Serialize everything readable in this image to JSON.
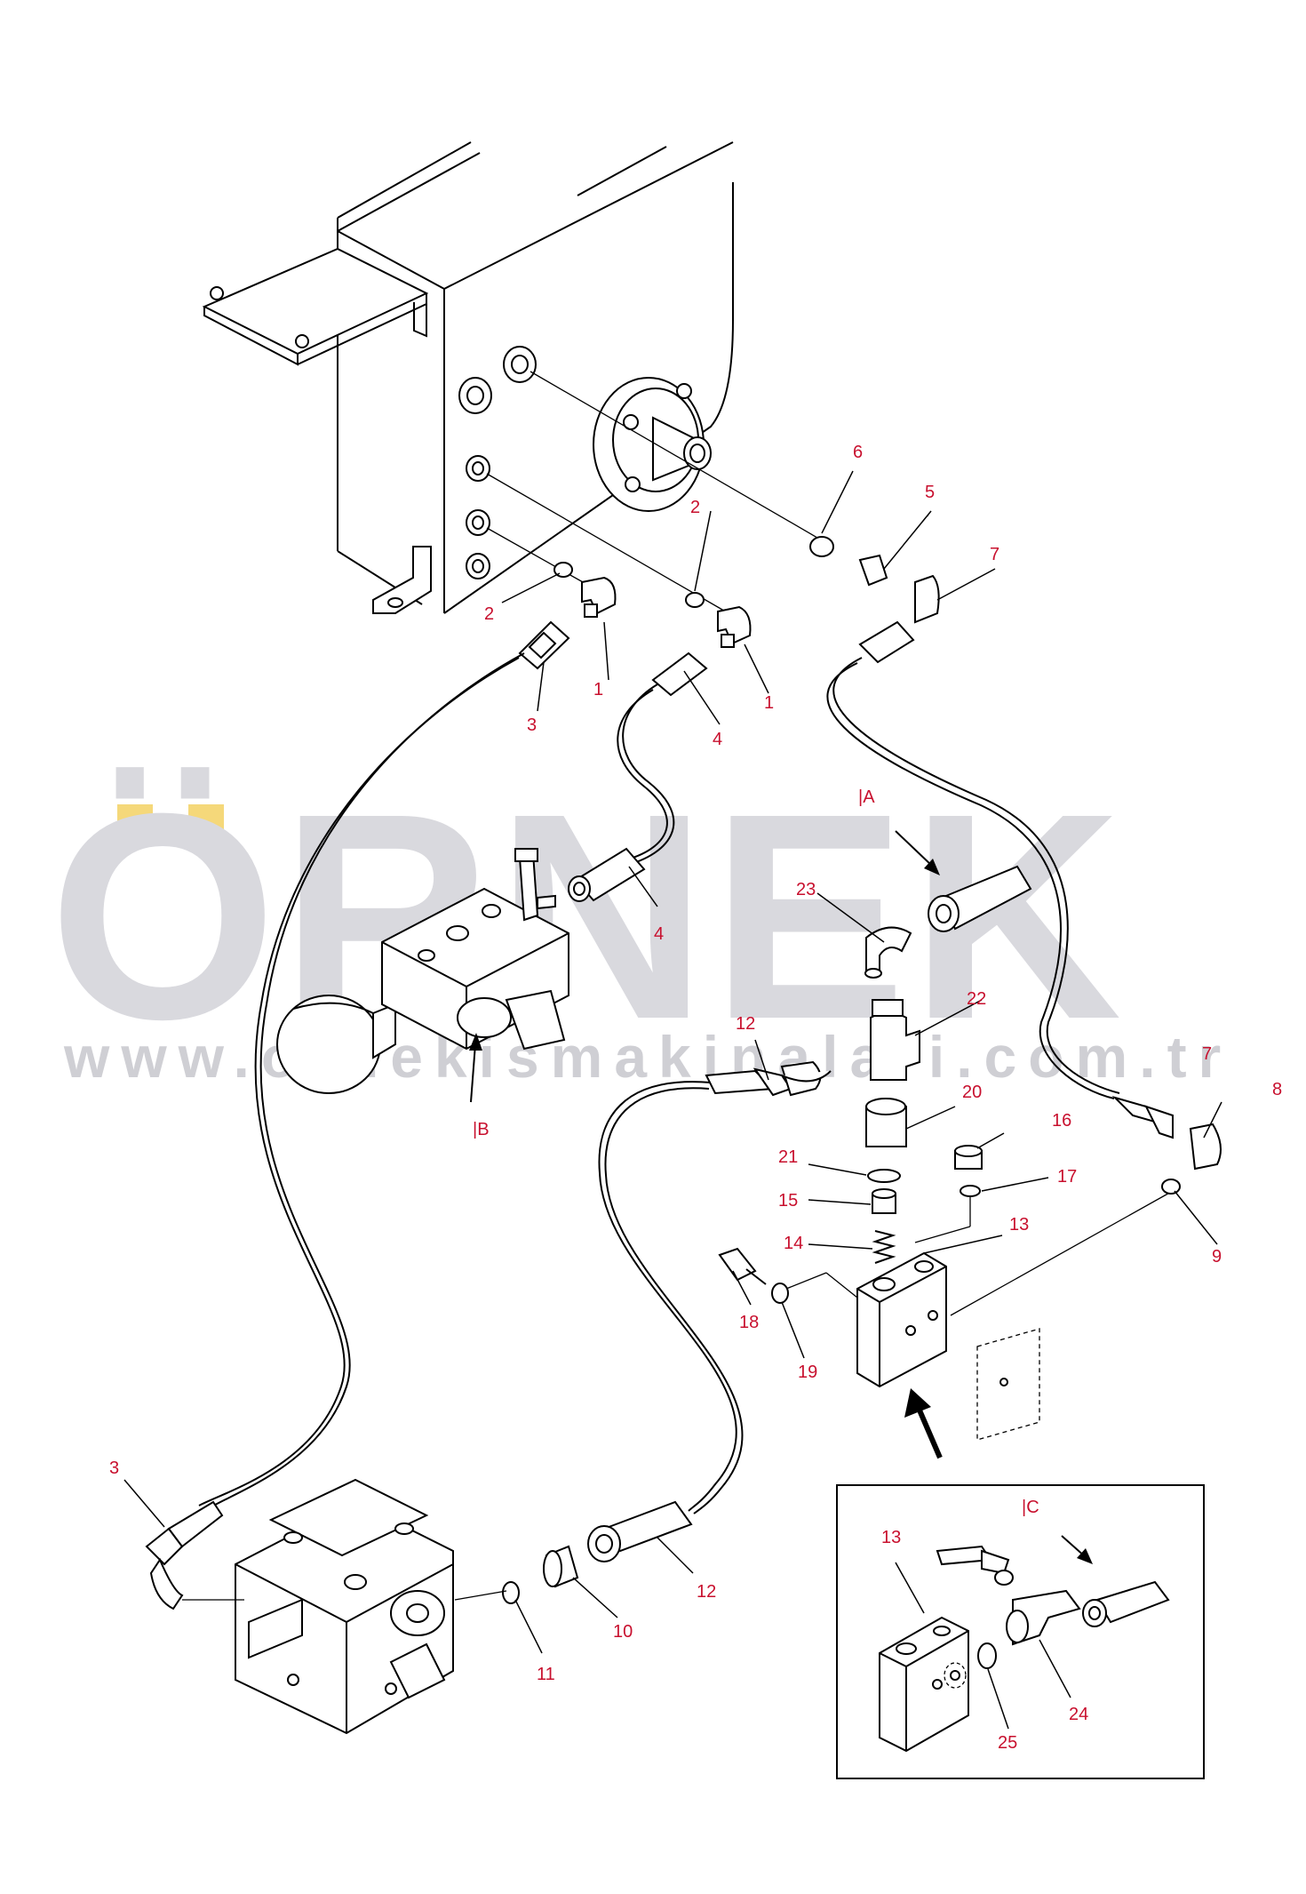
{
  "watermark": {
    "brand": "ÖRNEK",
    "url": "www.ornekismakinalari.com.tr",
    "accent_color": "#f5d87a",
    "text_color": "#d9d9de"
  },
  "view_labels": {
    "a": "|A",
    "b": "|B",
    "c": "|C"
  },
  "callouts": [
    "1",
    "1",
    "2",
    "2",
    "3",
    "3",
    "4",
    "4",
    "5",
    "6",
    "7",
    "7",
    "8",
    "9",
    "10",
    "11",
    "12",
    "12",
    "13",
    "13",
    "14",
    "15",
    "16",
    "17",
    "18",
    "19",
    "20",
    "21",
    "22",
    "23",
    "24",
    "25"
  ],
  "colors": {
    "callout": "#c8102e",
    "line": "#000000",
    "frame": "#000000"
  },
  "icons": [
    "arrow-icon",
    "view-arrow-icon"
  ]
}
